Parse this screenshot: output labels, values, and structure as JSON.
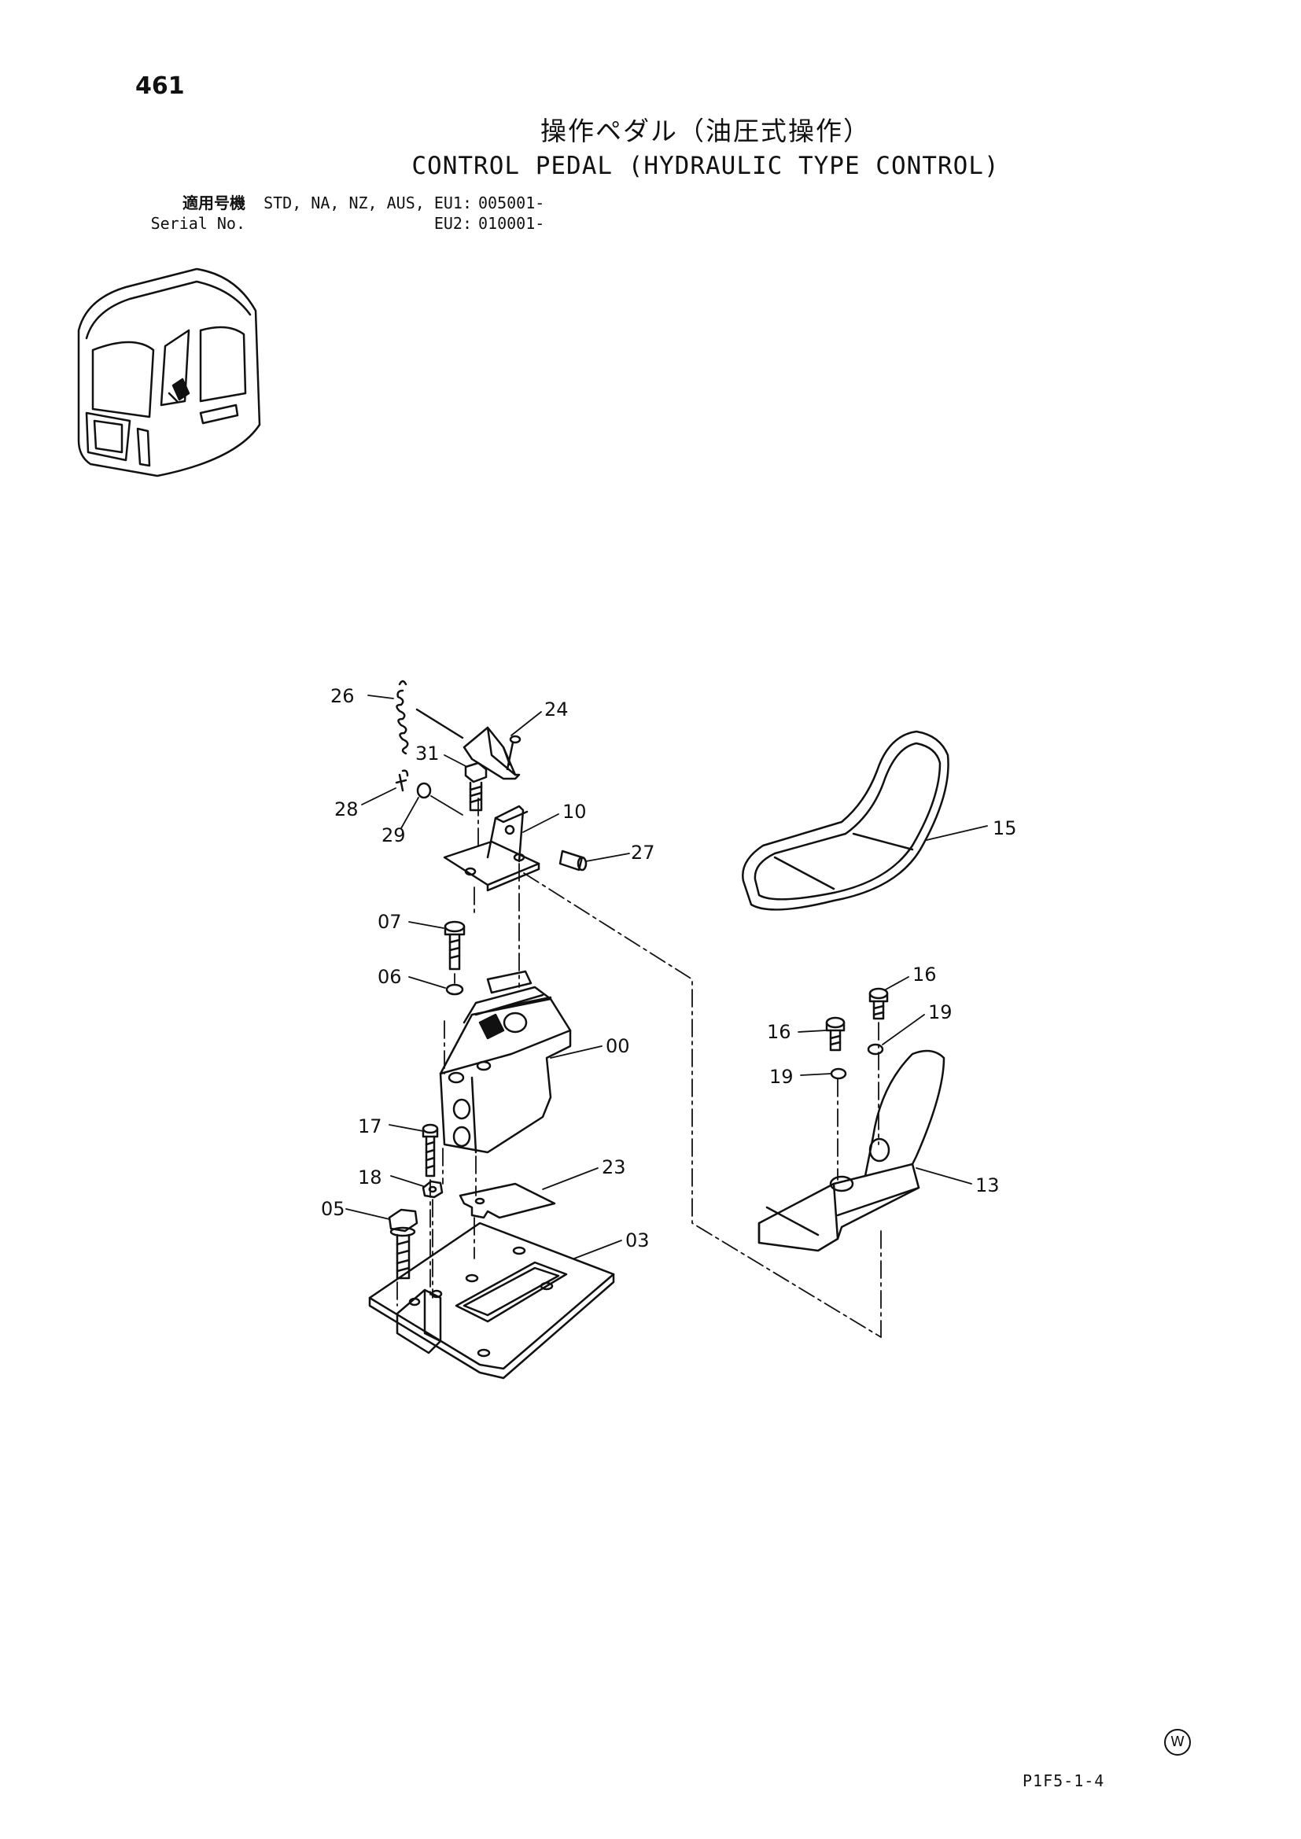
{
  "page": {
    "number": "461",
    "title_jp": "操作ペダル（油圧式操作）",
    "title_en": "CONTROL PEDAL (HYDRAULIC TYPE CONTROL)"
  },
  "serial": {
    "label_jp": "適用号機",
    "label_en": "Serial No.",
    "models_1": "STD, NA, NZ, AUS, EU1:",
    "value_1": "005001-",
    "models_2": "EU2:",
    "value_2": "010001-"
  },
  "parts": {
    "p26": "26",
    "p24": "24",
    "p31": "31",
    "p28": "28",
    "p29": "29",
    "p10": "10",
    "p27": "27",
    "p15": "15",
    "p07": "07",
    "p06": "06",
    "p16a": "16",
    "p16b": "16",
    "p19a": "19",
    "p19b": "19",
    "p00": "00",
    "p17": "17",
    "p18": "18",
    "p23": "23",
    "p05": "05",
    "p03": "03",
    "p13": "13"
  },
  "footer": {
    "mark": "W",
    "code": "P1F5-1-4"
  },
  "icons": {
    "cab": "cab-location-icon"
  }
}
